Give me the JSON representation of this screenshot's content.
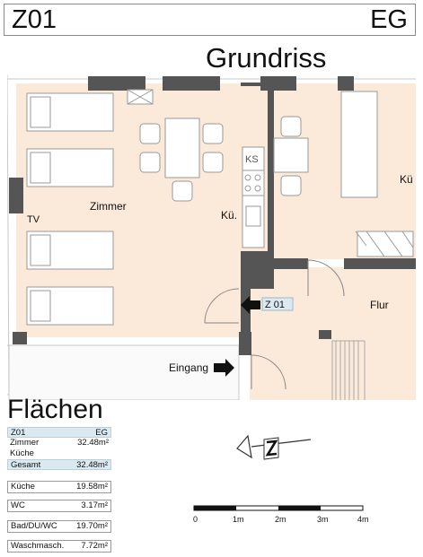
{
  "header": {
    "unit": "Z01",
    "floor": "EG"
  },
  "title": "Grundriss",
  "plan": {
    "rooms": {
      "zimmer": "Zimmer",
      "kueche_small": "Kü.",
      "kueche_right": "Kü",
      "flur": "Flur",
      "ks": "KS",
      "tv": "TV",
      "eingang": "Eingang"
    },
    "unit_tag": "Z 01"
  },
  "areas_title": "Flächen",
  "summary": {
    "unit": "Z01",
    "floor": "EG",
    "rooms": [
      {
        "label": "Zimmer",
        "value": "32.48m²"
      },
      {
        "label": "Küche",
        "value": ""
      }
    ],
    "total_label": "Gesamt",
    "total_value": "32.48m²"
  },
  "other_areas": [
    {
      "label": "Küche",
      "value": "19.58m²"
    },
    {
      "label": "WC",
      "value": "3.17m²"
    },
    {
      "label": "Bad/DU/WC",
      "value": "19.70m²"
    },
    {
      "label": "Waschmasch.",
      "value": "7.72m²"
    }
  ],
  "scale": {
    "ticks": [
      "0",
      "1m",
      "2m",
      "3m",
      "4m"
    ]
  },
  "colors": {
    "room_fill": "#fbe9d9",
    "wall": "#555555",
    "highlight": "#dbe9f1"
  }
}
